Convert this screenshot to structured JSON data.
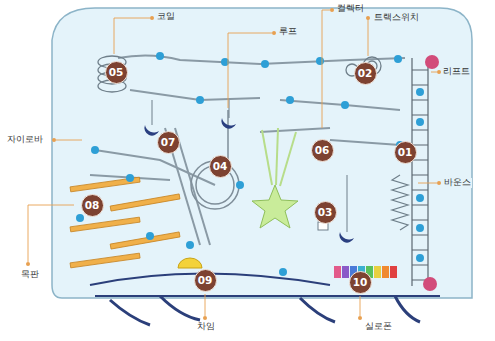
{
  "diagram": {
    "nodes": [
      {
        "text": [
          "05"
        ]
      },
      {
        "text": [
          "02"
        ]
      },
      {
        "text": [
          "07"
        ]
      },
      {
        "text": [
          "06"
        ]
      },
      {
        "text": [
          "01"
        ]
      },
      {
        "text": [
          "04"
        ]
      },
      {
        "text": [
          "08"
        ]
      },
      {
        "text": [
          "03"
        ]
      },
      {
        "text": [
          "09"
        ]
      },
      {
        "text": [
          "10"
        ]
      }
    ],
    "labels": [
      "코일",
      "루프",
      "컬렉터",
      "트랙스위치",
      "리프트",
      "자이로바",
      "바운스",
      "목판",
      "차임",
      "실로폰"
    ]
  }
}
